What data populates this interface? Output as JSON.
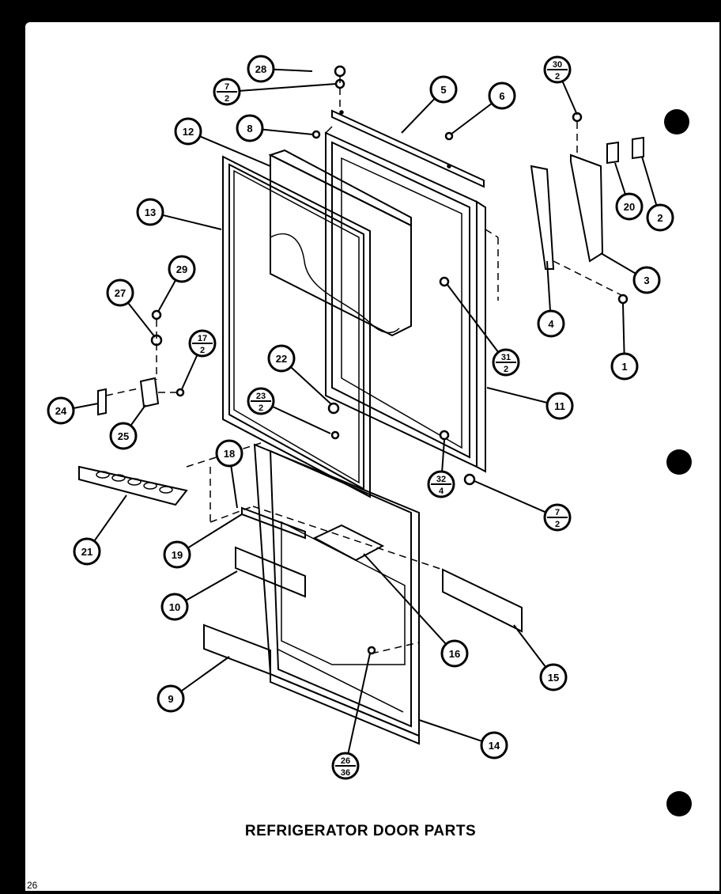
{
  "diagram": {
    "title": "REFRIGERATOR DOOR PARTS",
    "page_number": "26"
  },
  "callouts": [
    {
      "id": "c28",
      "top": "28",
      "bottom": ""
    },
    {
      "id": "c7a",
      "top": "7",
      "bottom": "2"
    },
    {
      "id": "c5",
      "top": "5",
      "bottom": ""
    },
    {
      "id": "c6",
      "top": "6",
      "bottom": ""
    },
    {
      "id": "c30",
      "top": "30",
      "bottom": "2"
    },
    {
      "id": "c12",
      "top": "12",
      "bottom": ""
    },
    {
      "id": "c8",
      "top": "8",
      "bottom": ""
    },
    {
      "id": "c13",
      "top": "13",
      "bottom": ""
    },
    {
      "id": "c20",
      "top": "20",
      "bottom": ""
    },
    {
      "id": "c2",
      "top": "2",
      "bottom": ""
    },
    {
      "id": "c3",
      "top": "3",
      "bottom": ""
    },
    {
      "id": "c29",
      "top": "29",
      "bottom": ""
    },
    {
      "id": "c27",
      "top": "27",
      "bottom": ""
    },
    {
      "id": "c4",
      "top": "4",
      "bottom": ""
    },
    {
      "id": "c31",
      "top": "31",
      "bottom": "2"
    },
    {
      "id": "c1",
      "top": "1",
      "bottom": ""
    },
    {
      "id": "c17",
      "top": "17",
      "bottom": "2"
    },
    {
      "id": "c22",
      "top": "22",
      "bottom": ""
    },
    {
      "id": "c11",
      "top": "11",
      "bottom": ""
    },
    {
      "id": "c23",
      "top": "23",
      "bottom": "2"
    },
    {
      "id": "c24",
      "top": "24",
      "bottom": ""
    },
    {
      "id": "c25",
      "top": "25",
      "bottom": ""
    },
    {
      "id": "c18",
      "top": "18",
      "bottom": ""
    },
    {
      "id": "c32",
      "top": "32",
      "bottom": "4"
    },
    {
      "id": "c7b",
      "top": "7",
      "bottom": "2"
    },
    {
      "id": "c21",
      "top": "21",
      "bottom": ""
    },
    {
      "id": "c19",
      "top": "19",
      "bottom": ""
    },
    {
      "id": "c10",
      "top": "10",
      "bottom": ""
    },
    {
      "id": "c16",
      "top": "16",
      "bottom": ""
    },
    {
      "id": "c15",
      "top": "15",
      "bottom": ""
    },
    {
      "id": "c9",
      "top": "9",
      "bottom": ""
    },
    {
      "id": "c14",
      "top": "14",
      "bottom": ""
    },
    {
      "id": "c26",
      "top": "26",
      "bottom": "36"
    }
  ]
}
